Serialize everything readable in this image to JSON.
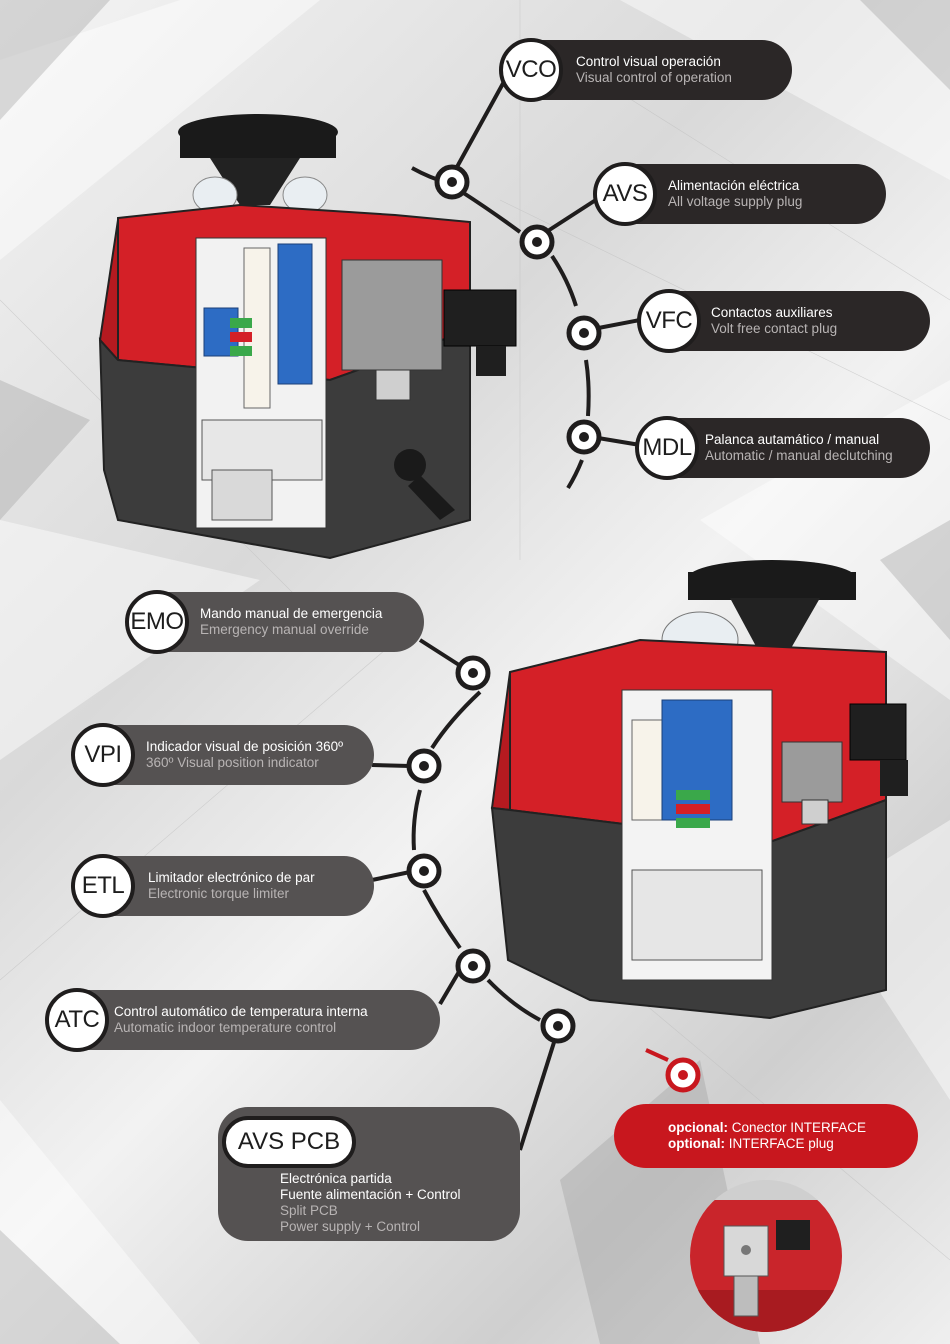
{
  "colors": {
    "callout_dark": "#2b2727",
    "callout_grey": "#555252",
    "optional_red": "#c8171e",
    "actuator_red": "#d42027",
    "actuator_grey": "#3c3c3c"
  },
  "top_features": [
    {
      "code": "VCO",
      "es": "Control visual operación",
      "en": "Visual control of operation"
    },
    {
      "code": "AVS",
      "es": "Alimentación eléctrica",
      "en": "All voltage supply plug"
    },
    {
      "code": "VFC",
      "es": "Contactos auxiliares",
      "en": "Volt free contact plug"
    },
    {
      "code": "MDL",
      "es": "Palanca autamático / manual",
      "en": "Automatic / manual declutching"
    }
  ],
  "bottom_features": [
    {
      "code": "EMO",
      "es": "Mando manual de emergencia",
      "en": "Emergency manual override"
    },
    {
      "code": "VPI",
      "es": "Indicador visual de posición 360º",
      "en": "360º Visual position indicator"
    },
    {
      "code": "ETL",
      "es": "Limitador electrónico de par",
      "en": "Electronic torque limiter"
    },
    {
      "code": "ATC",
      "es": "Control automático de temperatura interna",
      "en": "Automatic indoor temperature control"
    }
  ],
  "pcb": {
    "code": "AVS PCB",
    "es_line1": "Electrónica partida",
    "es_line2": "Fuente alimentación + Control",
    "en_line1": "Split PCB",
    "en_line2": "Power supply + Control"
  },
  "optional": {
    "es_label": "opcional:",
    "es_text": " Conector INTERFACE",
    "en_label": "optional:",
    "en_text": " INTERFACE plug"
  },
  "icons": [
    "valve-actuator-top",
    "valve-actuator-bottom",
    "interface-plug-photo"
  ]
}
